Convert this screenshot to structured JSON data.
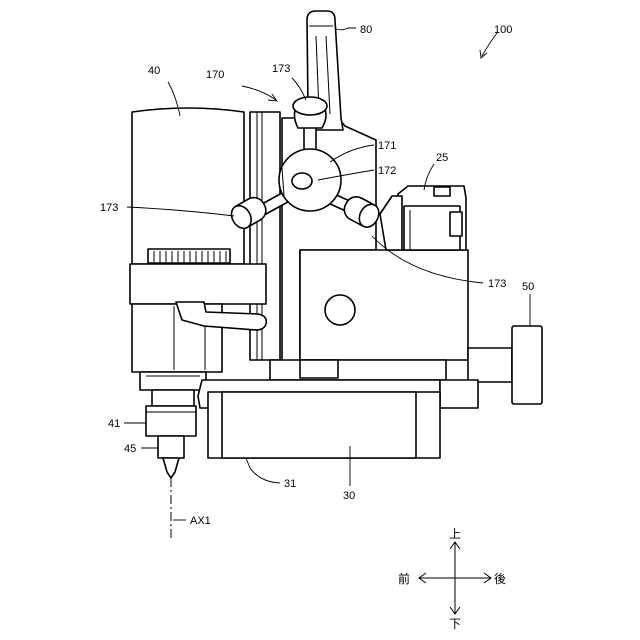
{
  "labels": {
    "r100": "100",
    "r80": "80",
    "r170": "170",
    "r173_top": "173",
    "r40": "40",
    "r171": "171",
    "r172": "172",
    "r25": "25",
    "r173_left": "173",
    "r173_right": "173",
    "r50": "50",
    "r41": "41",
    "r45": "45",
    "r31": "31",
    "r30": "30",
    "ax1": "AX1"
  },
  "directions": {
    "up": "上",
    "down": "下",
    "front": "前",
    "back": "後"
  },
  "colors": {
    "line": "#000000",
    "background": "#ffffff"
  }
}
